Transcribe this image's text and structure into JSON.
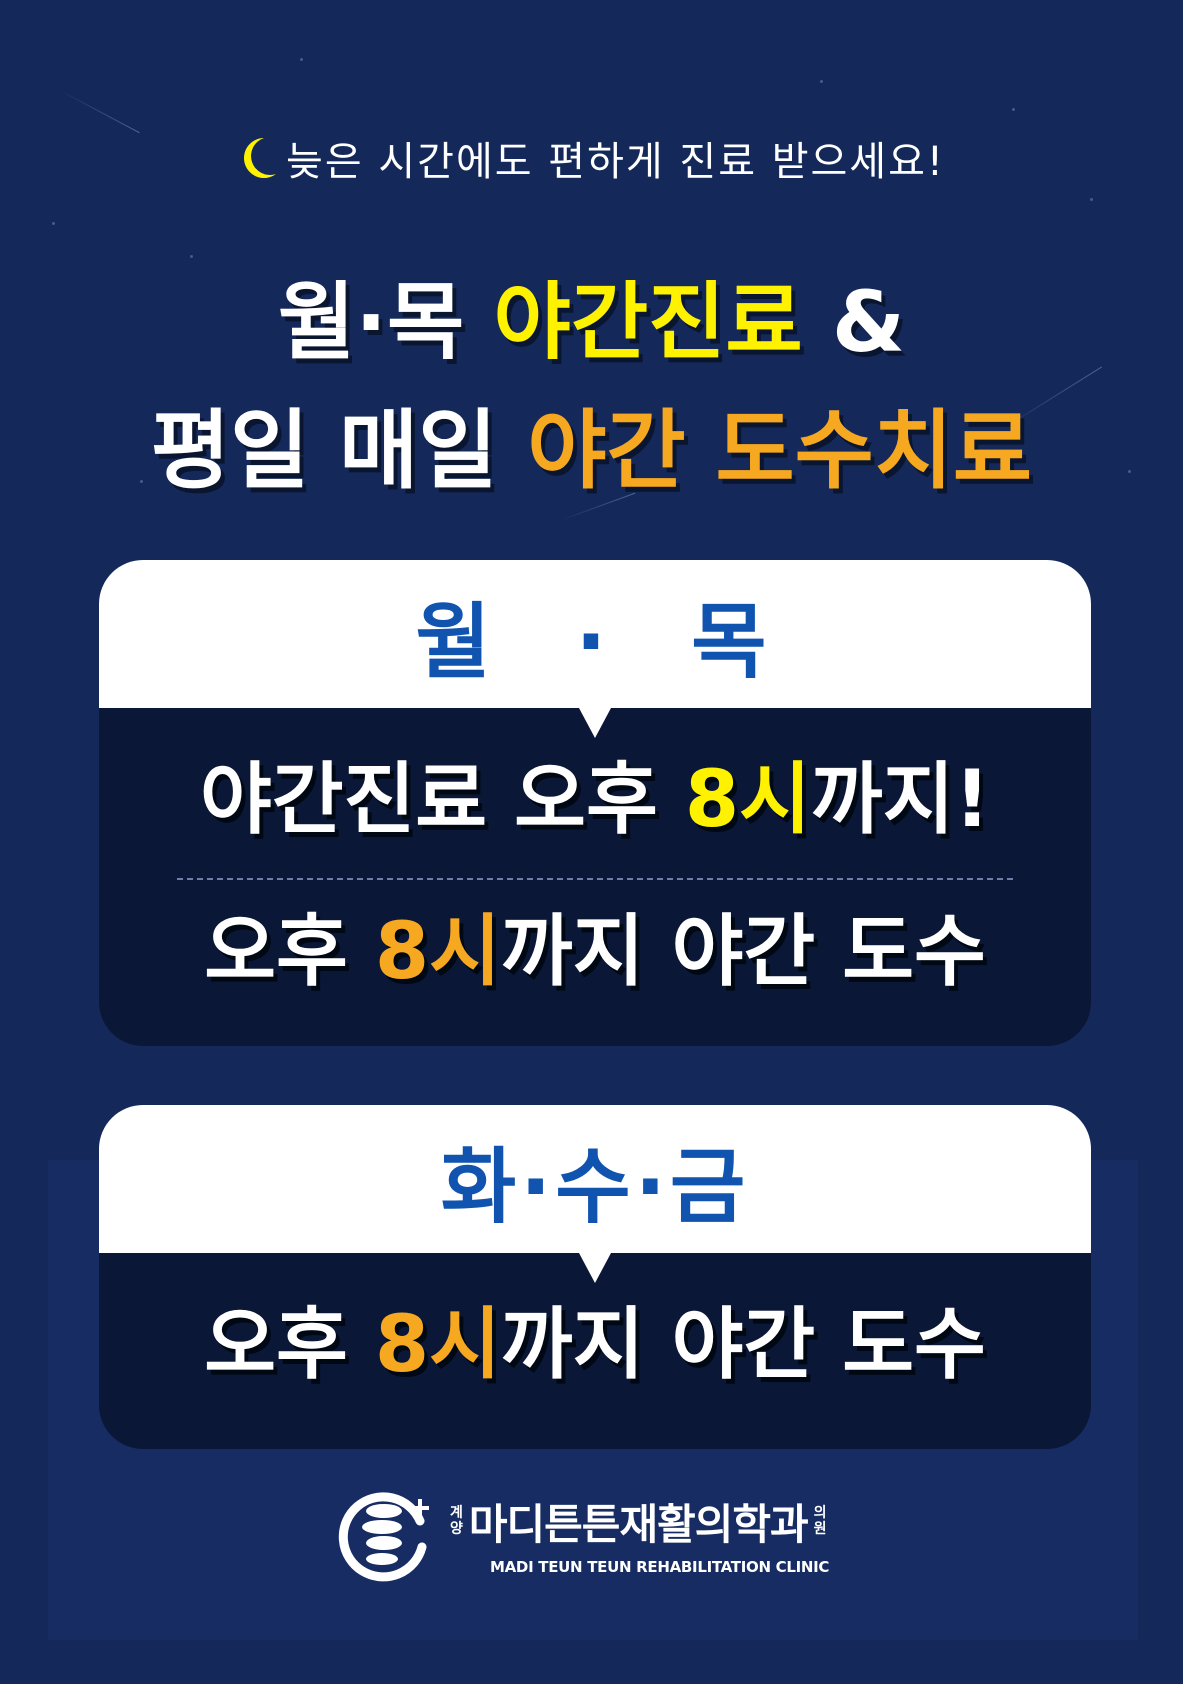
{
  "subtitle": "늦은 시간에도 편하게 진료 받으세요!",
  "headline": {
    "line1_a": "월·목 ",
    "line1_b": "야간진료",
    "line1_c": " &",
    "line2_a": "평일 매일 ",
    "line2_b": "야간 도수치료"
  },
  "card1": {
    "days": "월 · 목",
    "row1_a": "야간진료 오후 ",
    "row1_b": "8시",
    "row1_c": "까지!",
    "row2_a": "오후 ",
    "row2_b": "8시",
    "row2_c": "까지 야간 도수"
  },
  "card2": {
    "days": "화·수·금",
    "row1_a": "오후 ",
    "row1_b": "8시",
    "row1_c": "까지 야간 도수"
  },
  "logo": {
    "pre_top": "계",
    "pre_bottom": "양",
    "name": "마디튼튼재활의학과",
    "post_top": "의",
    "post_bottom": "원",
    "english": "MADI TEUN TEUN REHABILITATION CLINIC"
  },
  "colors": {
    "background": "#14295a",
    "yellow": "#fff200",
    "orange": "#f7a821",
    "day_blue": "#1054b0",
    "card_dark": "#0b1737"
  },
  "icons": [
    "crescent-moon-icon",
    "spine-logo-icon"
  ]
}
